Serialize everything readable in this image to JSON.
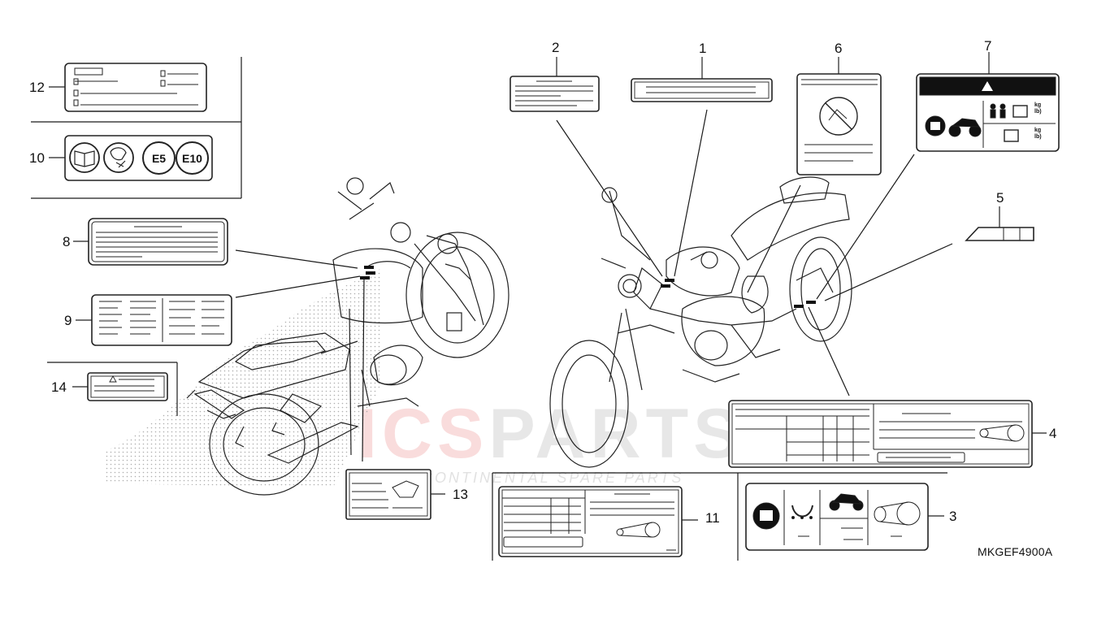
{
  "callouts": {
    "c1": "1",
    "c2": "2",
    "c3": "3",
    "c4": "4",
    "c5": "5",
    "c6": "6",
    "c7": "7",
    "c8": "8",
    "c9": "9",
    "c10": "10",
    "c11": "11",
    "c12": "12",
    "c13": "13",
    "c14": "14"
  },
  "label10_badges": {
    "e5": "E5",
    "e10": "E10"
  },
  "label7": {
    "kg_top": "kg",
    "lb_top": "lb)",
    "kg_bottom": "kg",
    "lb_bottom": "lb)"
  },
  "diagram_code": "MKGEF4900A",
  "watermark": {
    "brand_red": "ICS",
    "brand_gray": "PARTS",
    "tagline": "INTERCONTINENTAL SPARE PARTS"
  },
  "colors": {
    "line": "#1a1a1a",
    "watermark_red": "#dc3c3c",
    "stipple": "#9a9a9a"
  }
}
